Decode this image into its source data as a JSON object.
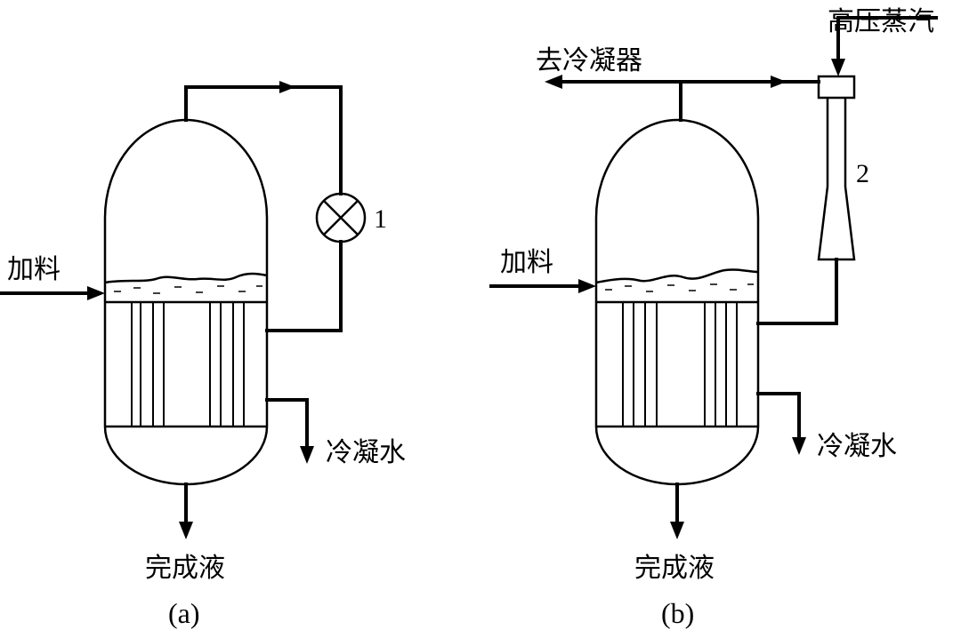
{
  "panel_a": {
    "caption": "(a)",
    "feed_label": "加料",
    "condensate_label": "冷凝水",
    "product_label": "完成液",
    "pump_number": "1"
  },
  "panel_b": {
    "caption": "(b)",
    "feed_label": "加料",
    "condensate_label": "冷凝水",
    "product_label": "完成液",
    "to_condenser_label": "去冷凝器",
    "steam_label": "高压蒸汽",
    "ejector_number": "2"
  }
}
